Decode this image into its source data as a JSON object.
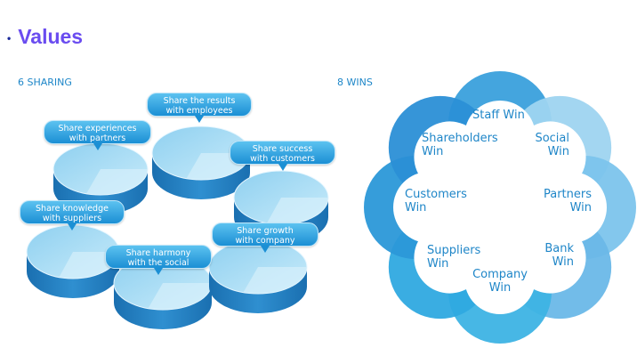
{
  "header": {
    "bullet": "•",
    "title": "Values"
  },
  "sharing": {
    "heading": "6 SHARING",
    "items": [
      {
        "line1": "Share experiences",
        "line2": "with partners"
      },
      {
        "line1": "Share the results",
        "line2": "with employees"
      },
      {
        "line1": "Share success",
        "line2": "with customers"
      },
      {
        "line1": "Share knowledge",
        "line2": "with suppliers"
      },
      {
        "line1": "Share harmony",
        "line2": "with the social"
      },
      {
        "line1": "Share growth",
        "line2": "with company"
      }
    ]
  },
  "wins": {
    "heading": "8 WINS",
    "items": [
      {
        "line1": "Staff Win",
        "line2": ""
      },
      {
        "line1": "Social",
        "line2": "Win"
      },
      {
        "line1": "Partners",
        "line2": "Win"
      },
      {
        "line1": "Bank",
        "line2": "Win"
      },
      {
        "line1": "Company",
        "line2": "Win"
      },
      {
        "line1": "Suppliers",
        "line2": "Win"
      },
      {
        "line1": "Customers",
        "line2": "Win"
      },
      {
        "line1": "Shareholders",
        "line2": "Win"
      }
    ],
    "petal_colors": [
      "#3aa0dc",
      "#9ed4f0",
      "#7cc4ec",
      "#6ab8e8",
      "#3db3e4",
      "#2fa9e0",
      "#2b98d8",
      "#2b8fd6"
    ]
  }
}
